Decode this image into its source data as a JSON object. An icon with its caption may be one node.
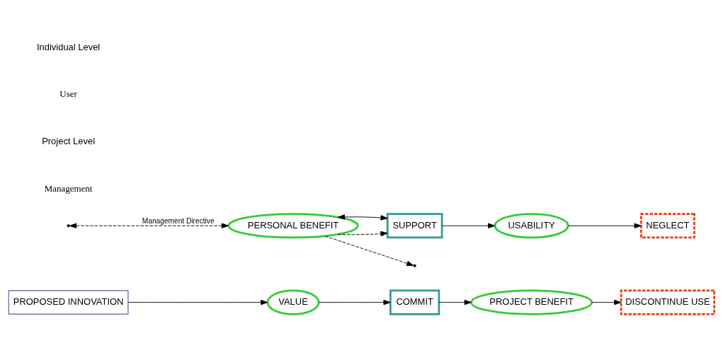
{
  "diagram": {
    "nodes": [
      {
        "text": [
          "PROPOSED INNOVATION"
        ]
      },
      {
        "text": [
          "VALUE"
        ]
      },
      {
        "text": [
          "COMMIT"
        ]
      },
      {
        "text": [
          "PROJECT BENEFIT"
        ]
      },
      {
        "text": [
          "DISCONTINUE USE"
        ]
      },
      {
        "text": [
          "PERSONAL BENEFIT"
        ]
      },
      {
        "text": [
          "SUPPORT"
        ]
      },
      {
        "text": [
          "USABILITY"
        ]
      },
      {
        "text": [
          "NEGLECT"
        ]
      }
    ],
    "edges": [
      {
        "from": 0,
        "to": 1,
        "arrow": "to"
      },
      {
        "from": 1,
        "to": 2,
        "arrow": "to"
      },
      {
        "from": 2,
        "to": 3,
        "arrow": "to"
      },
      {
        "from": 3,
        "to": 4,
        "arrow": "to"
      },
      {
        "from": null,
        "to": 5,
        "arrow": "both",
        "label": "Management Directive",
        "style": "dashed"
      },
      {
        "from": 5,
        "to": null,
        "arrow": "to",
        "style": "dashed"
      },
      {
        "from": 5,
        "to": 6,
        "arrow": "to",
        "style": "dashed"
      },
      {
        "from": 5,
        "to": 6,
        "arrow": "both"
      },
      {
        "from": 6,
        "to": 7,
        "arrow": "to"
      },
      {
        "from": 7,
        "to": 8,
        "arrow": "to"
      }
    ],
    "labels": [
      "Management",
      "Project Level",
      "User",
      "Individual Level"
    ]
  }
}
